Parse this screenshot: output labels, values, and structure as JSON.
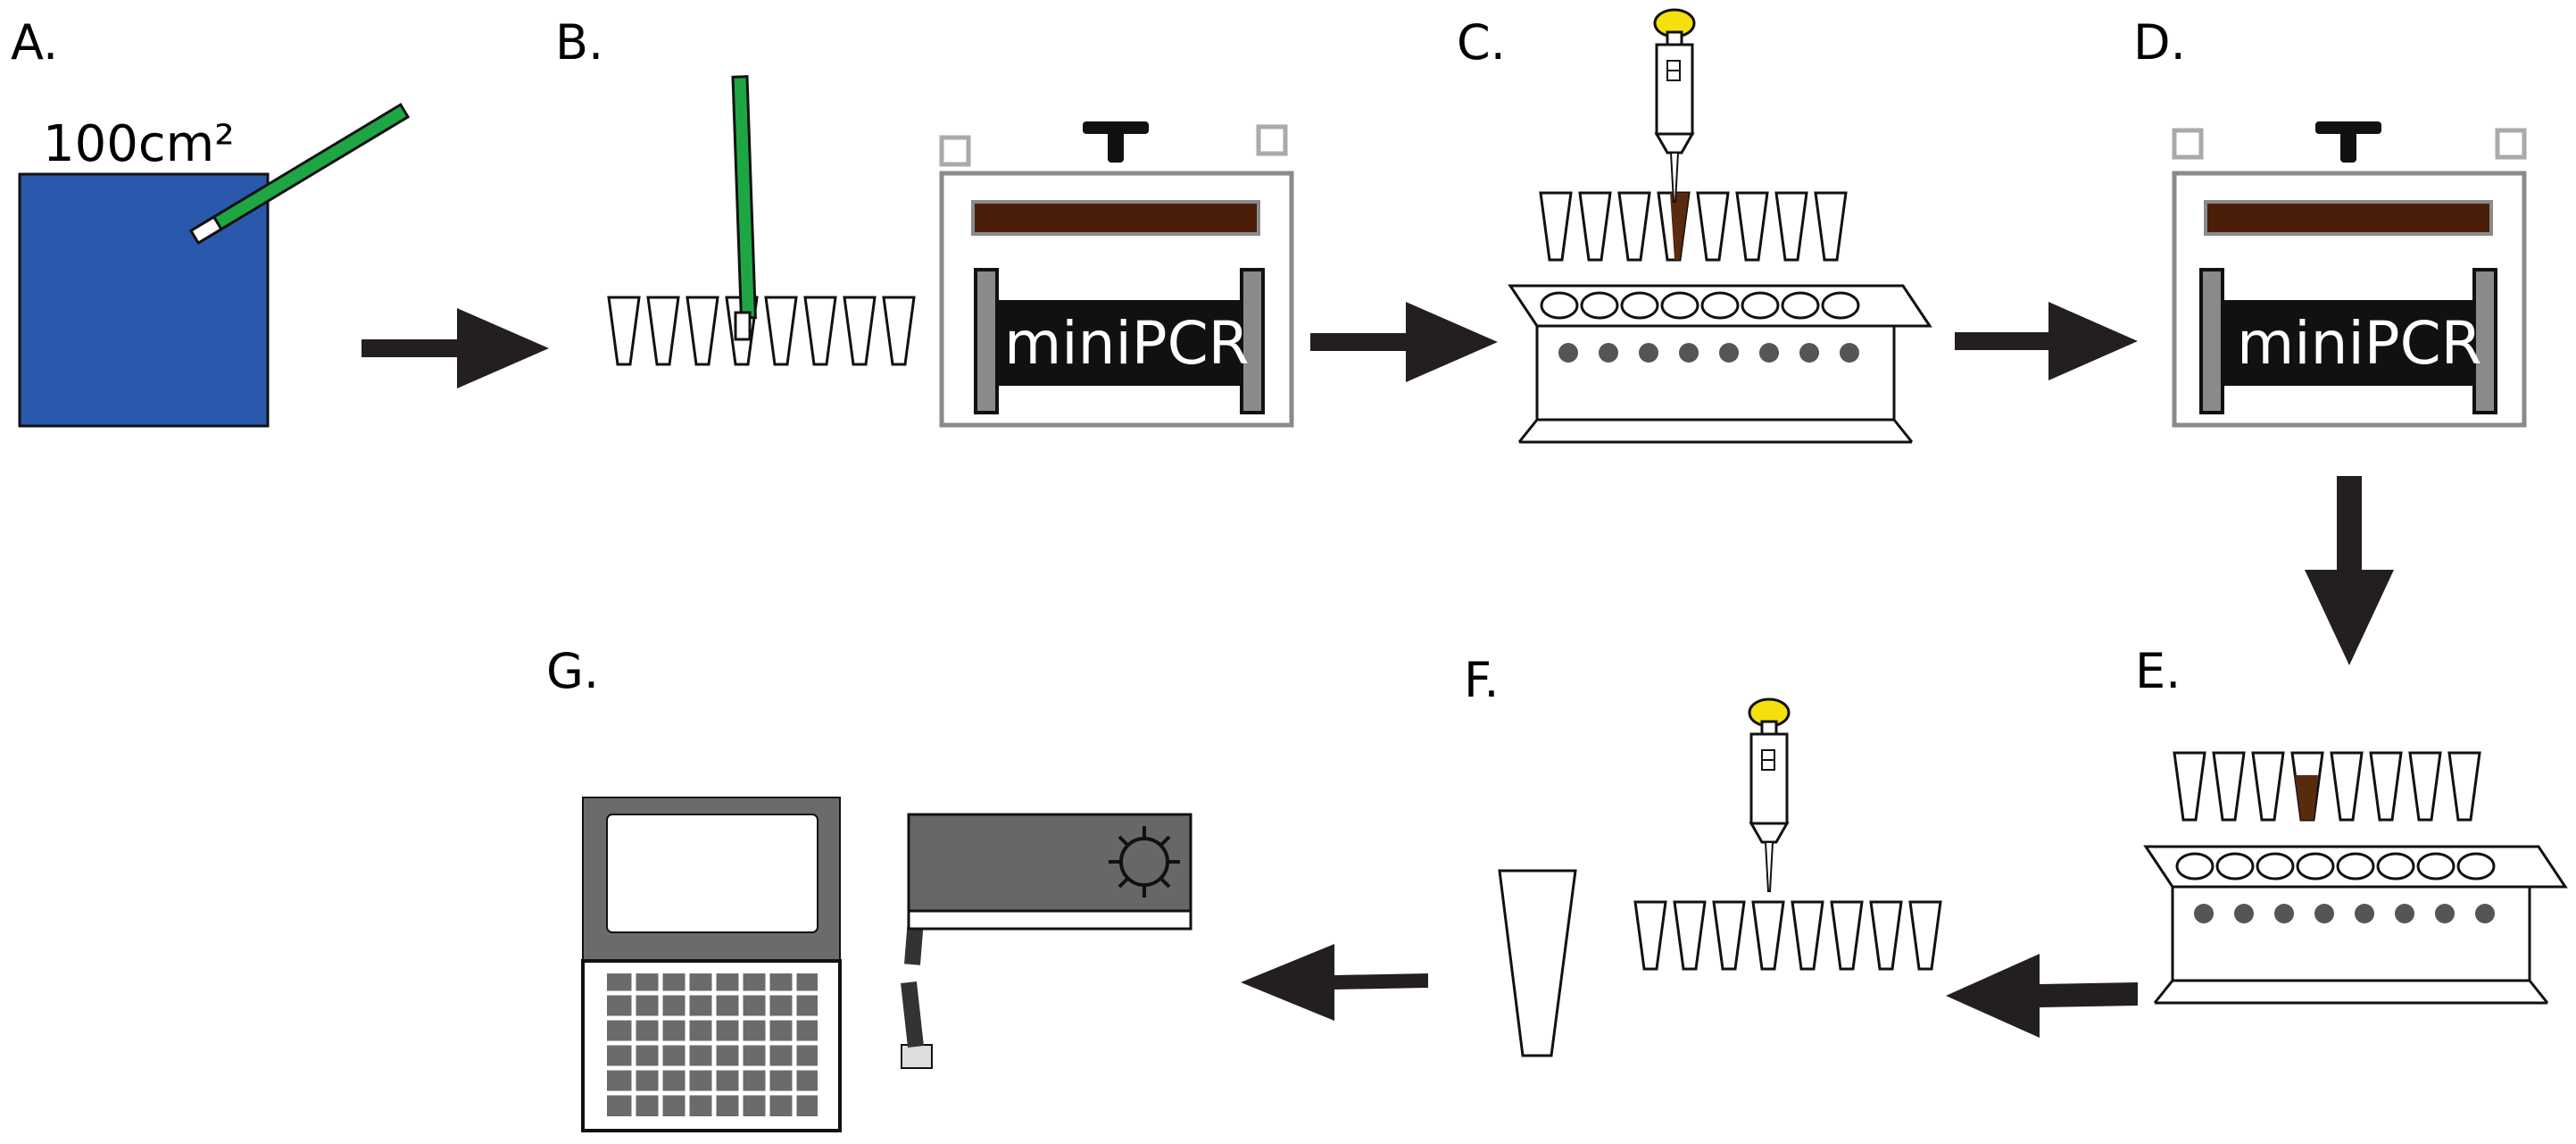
{
  "steps": [
    {
      "id": "A",
      "label": "A.",
      "description_text": "100cm²"
    },
    {
      "id": "B",
      "label": "B."
    },
    {
      "id": "C",
      "label": "C."
    },
    {
      "id": "D",
      "label": "D."
    },
    {
      "id": "E",
      "label": "E."
    },
    {
      "id": "F",
      "label": "F."
    },
    {
      "id": "G",
      "label": "G."
    }
  ],
  "thermocycler": {
    "brand_text": "miniPCR"
  },
  "colors": {
    "surface": "#2a58ac",
    "swab": "#1ea645",
    "sample": "#5a2a0e",
    "pipette_cap": "#f5df0d",
    "device_frame": "#8a8a8a",
    "arrow": "#231f20",
    "laptop_body": "#6b6b6b",
    "sequencer_body": "#676767"
  },
  "icons": {
    "surface": "blue-square-surface",
    "swab": "swab-icon",
    "tube_strip": "pcr-tube-strip-icon",
    "thermocycler": "minipcr-thermocycler-icon",
    "pipette": "pipette-icon",
    "rack": "tube-rack-icon",
    "single_tube": "single-tube-icon",
    "laptop": "laptop-icon",
    "sequencer": "sequencer-device-icon",
    "arrow": "arrow-icon"
  }
}
